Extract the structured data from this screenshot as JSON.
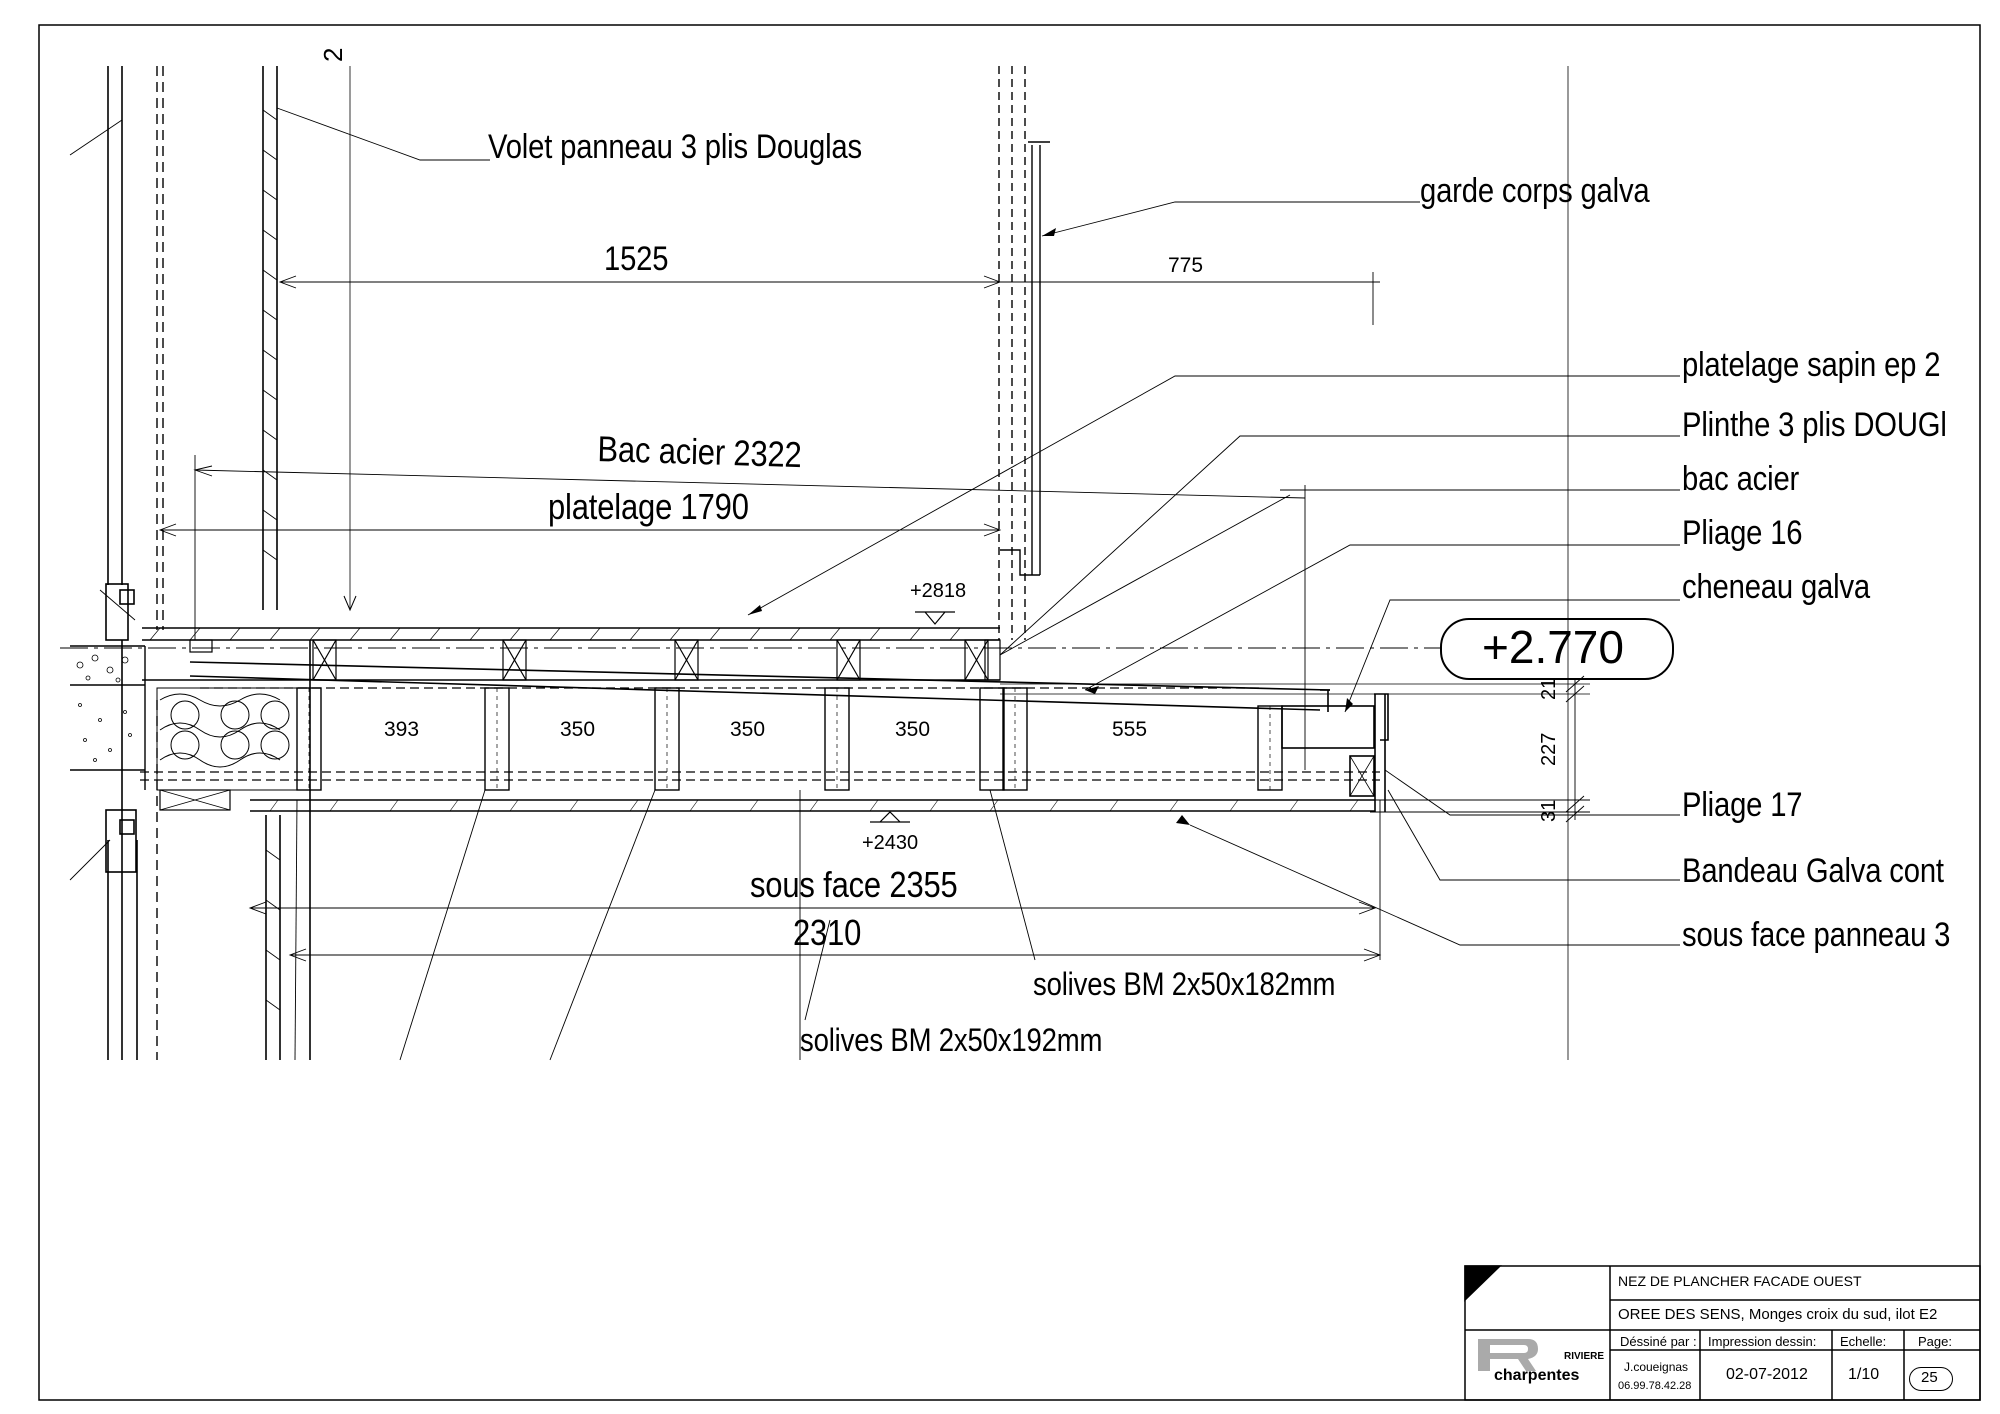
{
  "labels": {
    "volet": "Volet panneau 3 plis Douglas",
    "garde_corps": "garde corps galva",
    "platelage_sapin": "platelage sapin ep 2",
    "plinthe": "Plinthe 3 plis DOUGl",
    "bac_acier": "bac acier",
    "pliage16": "Pliage 16",
    "cheneau": "cheneau galva",
    "pliage17": "Pliage 17",
    "bandeau": "Bandeau Galva cont",
    "sous_face_panneau": "sous face panneau 3",
    "bac_acier_2322": "Bac acier 2322",
    "platelage_1790": "platelage 1790",
    "sous_face_2355": "sous face 2355",
    "dim_2310": "2310",
    "solives_182": "solives BM 2x50x182mm",
    "solives_192": "solives BM 2x50x192mm"
  },
  "dimensions": {
    "d1525": "1525",
    "d775": "775",
    "top_cut": "2",
    "lvl2818": "+2818",
    "lvl2430": "+2430",
    "spans": [
      "393",
      "350",
      "350",
      "350",
      "555"
    ],
    "v21": "21",
    "v227": "227",
    "v31": "31"
  },
  "level_marker": "+2.770",
  "title_block": {
    "title": "NEZ DE PLANCHER FACADE OUEST",
    "project": "OREE DES SENS, Monges croix du sud, ilot E2",
    "headers": {
      "drawn_by": "Déssiné par :",
      "print": "Impression dessin:",
      "scale": "Echelle:",
      "page": "Page:"
    },
    "drawn_by_name": "J.coueignas",
    "drawn_by_phone": "06.99.78.42.28",
    "print_date": "02-07-2012",
    "scale": "1/10",
    "page": "25",
    "logo_text_top": "RIVIERE",
    "logo_text_main": "charpentes"
  }
}
